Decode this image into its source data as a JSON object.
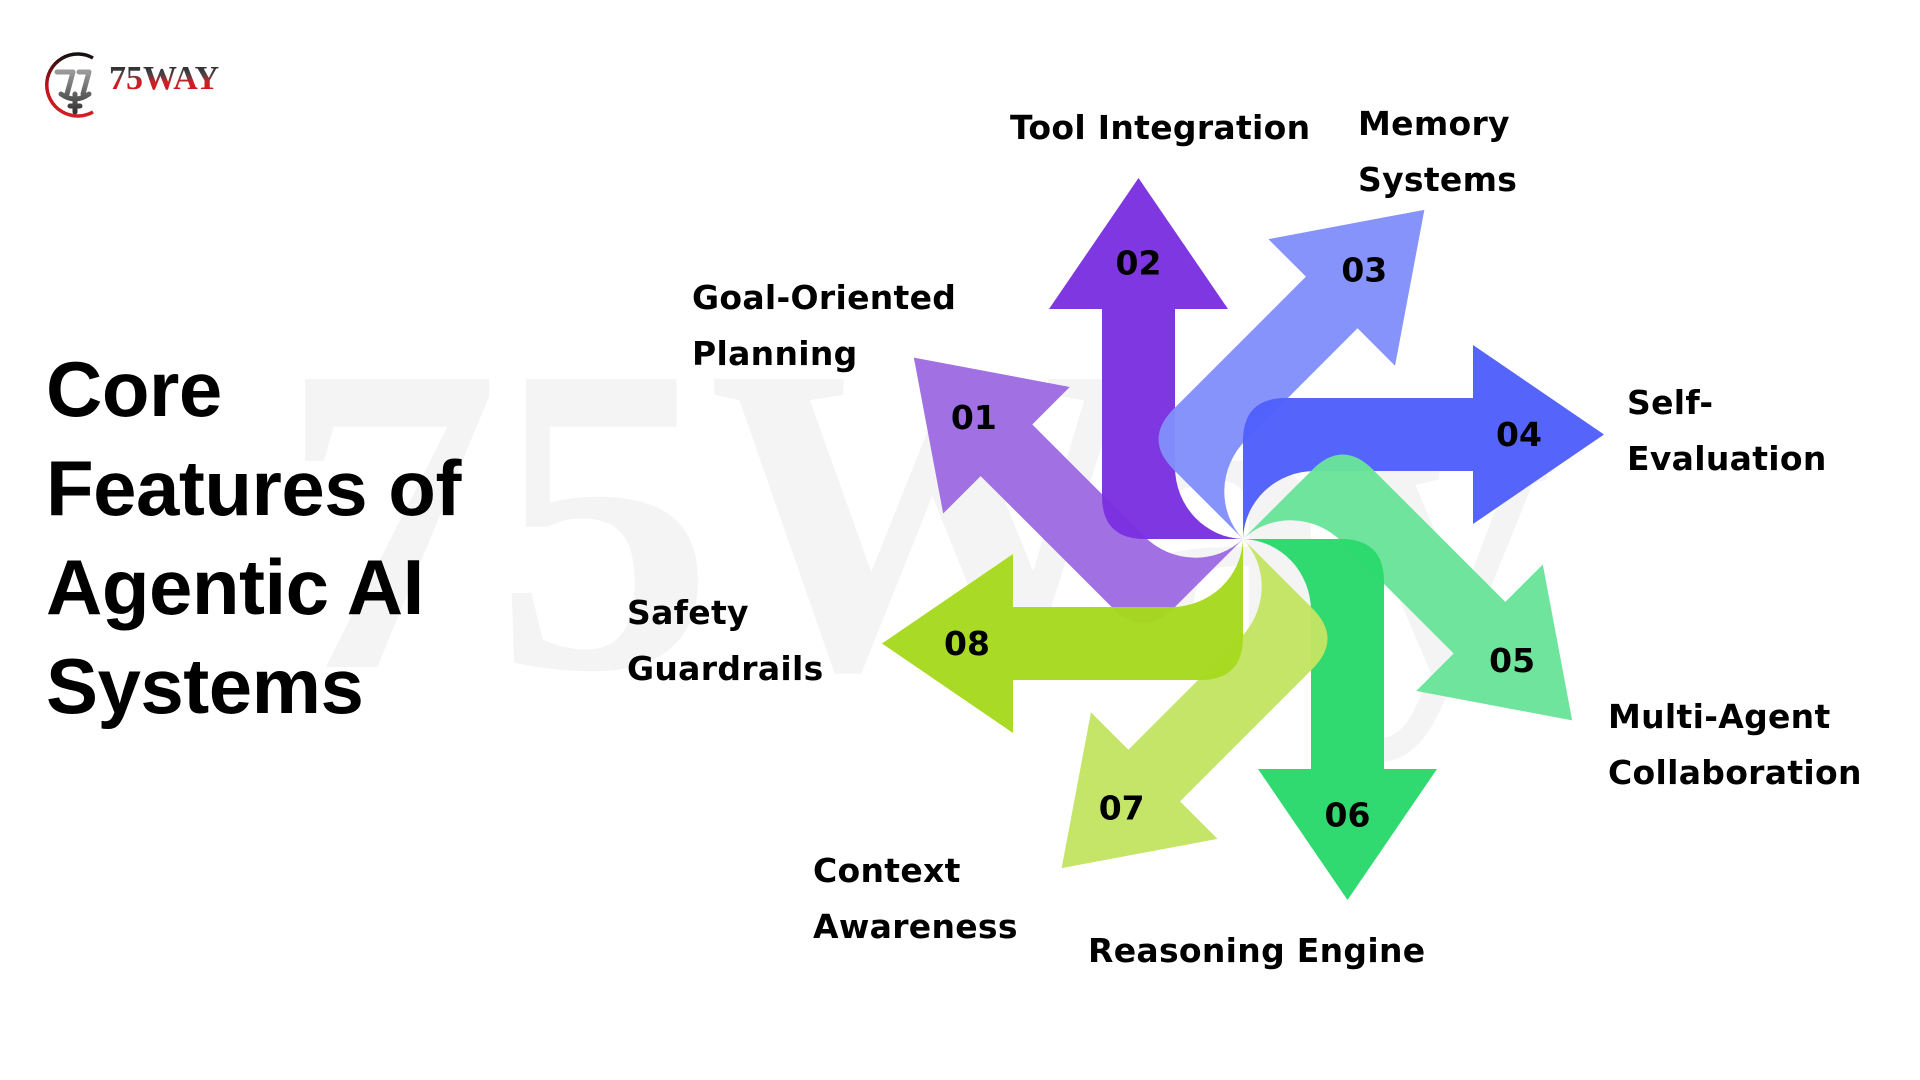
{
  "logo": {
    "text": "75WAY",
    "icon": "75way-emblem-icon"
  },
  "watermark": "75Way",
  "title": {
    "lines": [
      "Core",
      "Features of",
      "Agentic AI",
      "Systems"
    ]
  },
  "features": [
    {
      "number": "01",
      "lines": [
        "Goal-Oriented",
        "Planning"
      ],
      "color": "#9e6be2"
    },
    {
      "number": "02",
      "lines": [
        "Tool Integration"
      ],
      "color": "#7b31e0"
    },
    {
      "number": "03",
      "lines": [
        "Memory",
        "Systems"
      ],
      "color": "#8190fb"
    },
    {
      "number": "04",
      "lines": [
        "Self-",
        "Evaluation"
      ],
      "color": "#4f5ffb"
    },
    {
      "number": "05",
      "lines": [
        "Multi-Agent",
        "Collaboration"
      ],
      "color": "#6ae39a"
    },
    {
      "number": "06",
      "lines": [
        "Reasoning Engine"
      ],
      "color": "#2ad96b"
    },
    {
      "number": "07",
      "lines": [
        "Context",
        "Awareness"
      ],
      "color": "#c2e462"
    },
    {
      "number": "08",
      "lines": [
        "Safety",
        "Guardrails"
      ],
      "color": "#a6d91e"
    }
  ]
}
